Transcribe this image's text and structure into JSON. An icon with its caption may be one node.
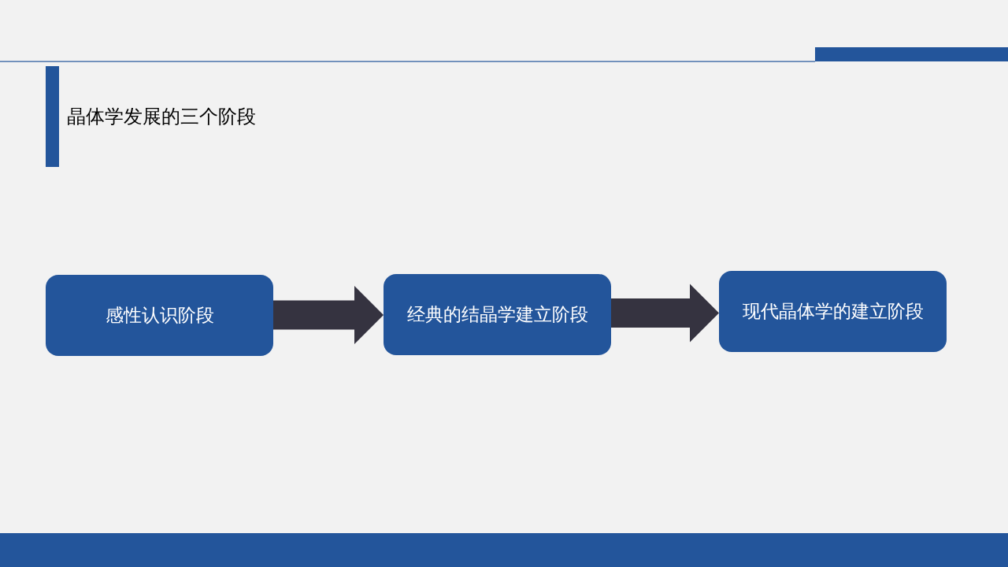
{
  "diagram": {
    "title": "晶体学发展的三个阶段",
    "nodes": [
      {
        "text": [
          "感性认识阶段"
        ]
      },
      {
        "text": [
          "经典的结晶学建立阶段"
        ]
      },
      {
        "text": [
          "现代晶体学的建立阶段"
        ]
      }
    ],
    "edges": [
      {
        "from": 0,
        "to": 1,
        "arrow": "to"
      },
      {
        "from": 1,
        "to": 2,
        "arrow": "to"
      }
    ]
  }
}
